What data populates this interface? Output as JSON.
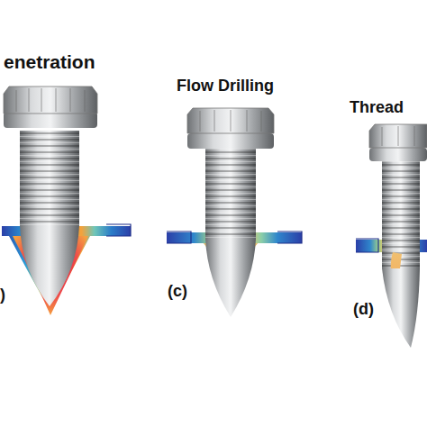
{
  "diagram": {
    "labels": [
      "enetration",
      "Flow Drilling",
      "Thread",
      ")",
      "(c)",
      "(d)"
    ]
  }
}
